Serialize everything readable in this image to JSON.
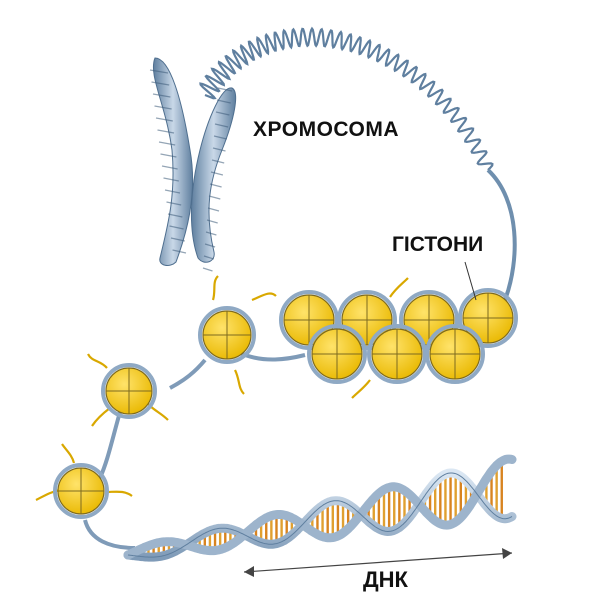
{
  "labels": {
    "chromosome": "ХРОМОСОМА",
    "histones": "ГІСТОНИ",
    "dna": "ДНК"
  },
  "colors": {
    "strand": "#8fa9c4",
    "strand_dark": "#5f7f9f",
    "histone_fill": "#f2c91a",
    "histone_edge": "#7d6a1f",
    "base_pair": "#e0a030"
  }
}
